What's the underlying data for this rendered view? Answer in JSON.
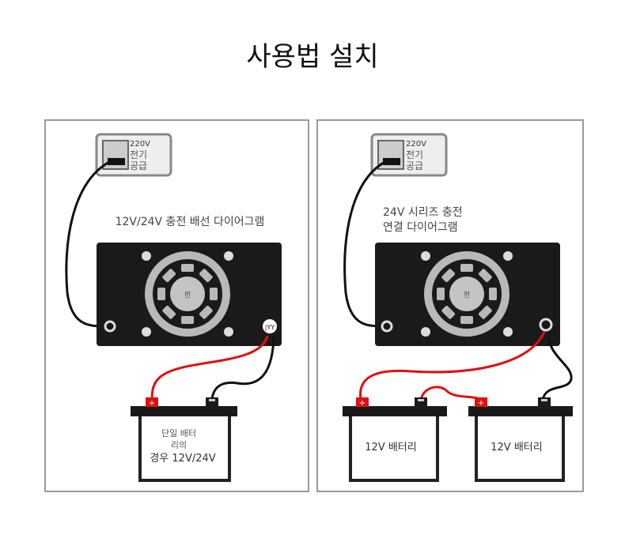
{
  "title": "사용법 설치",
  "left": {
    "outlet_voltage": "220V",
    "outlet_l1": "전기",
    "outlet_l2": "공급",
    "caption": "12V/24V 충전 배선 다이어그램",
    "fan_label": "편",
    "terminal_label": "|YY",
    "battery_l1": "단일 배터",
    "battery_l2": "리의",
    "battery_l3": "경우 12V/24V"
  },
  "right": {
    "outlet_voltage": "220V",
    "outlet_l1": "전기",
    "outlet_l2": "공급",
    "caption_l1": "24V 시리즈 충전",
    "caption_l2": "연결 다이어그램",
    "fan_label": "편",
    "battery1": "12V 배터리",
    "battery2": "12V 배터리"
  },
  "colors": {
    "red_wire": "#e01010",
    "panel_border": "#9a9a9a",
    "charger": "#1a1a1a"
  }
}
